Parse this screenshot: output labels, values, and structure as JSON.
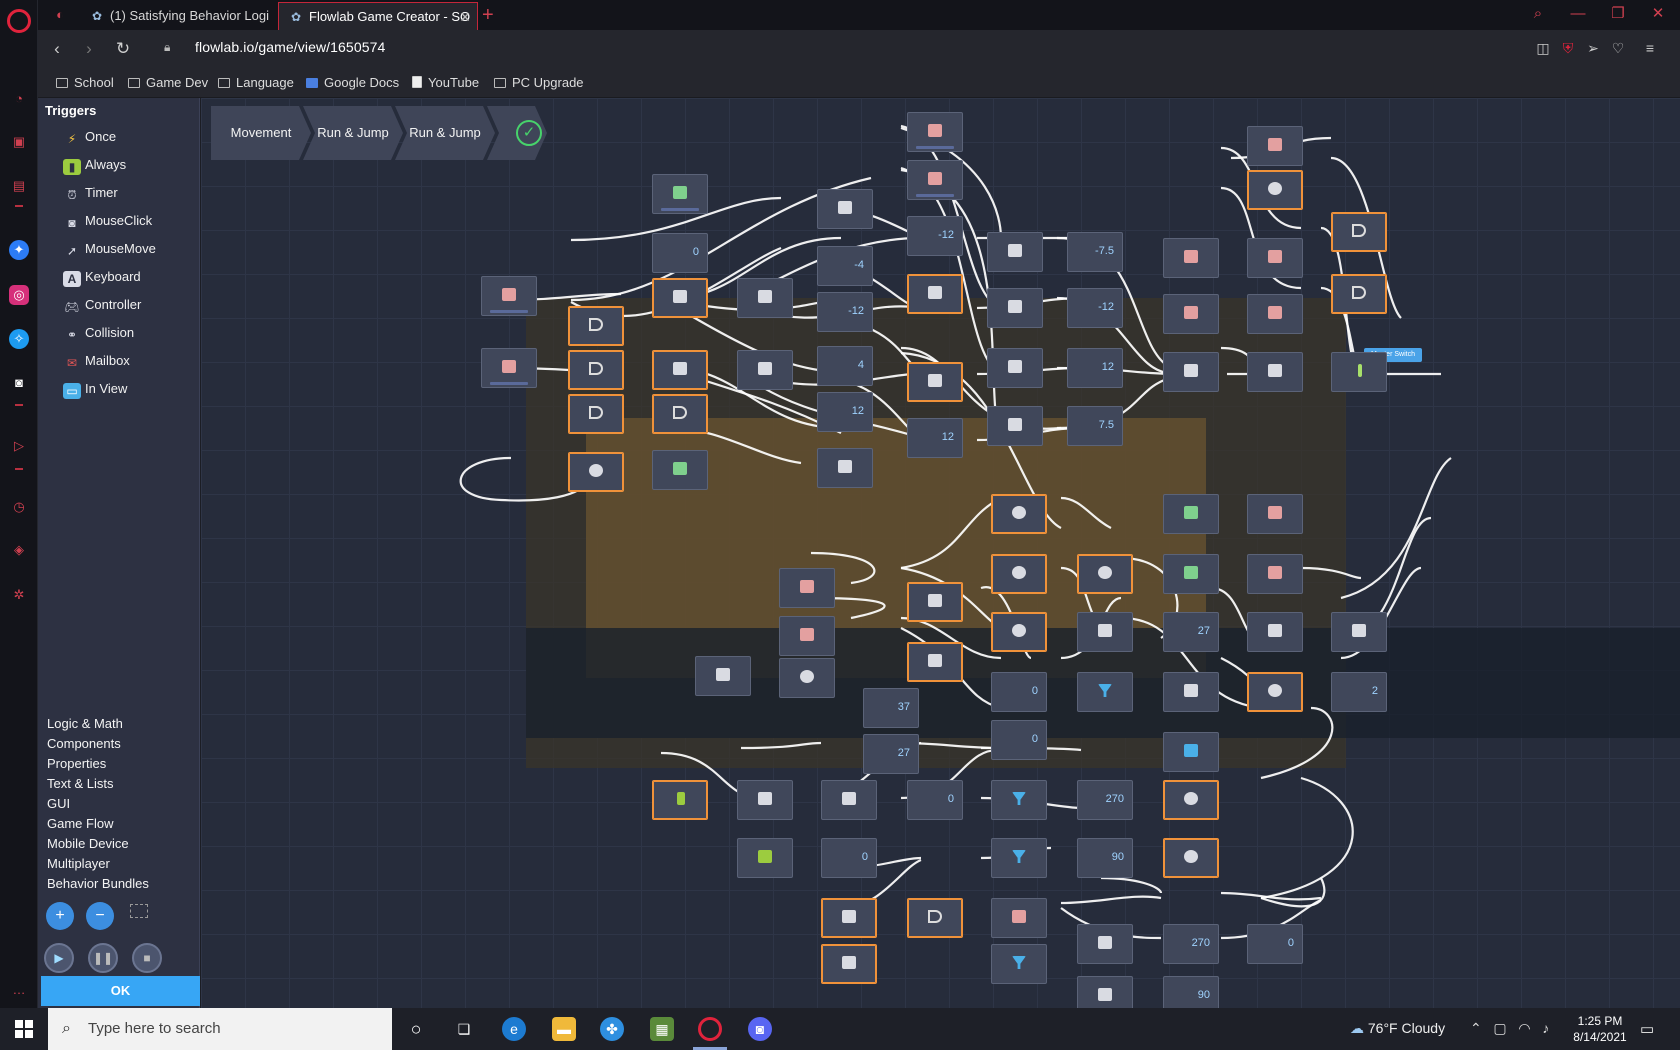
{
  "browser": {
    "tabs": [
      {
        "label": "(1) Satisfying Behavior Logi",
        "active": false
      },
      {
        "label": "Flowlab Game Creator - SO",
        "active": true
      }
    ],
    "new_tab": "+",
    "url": "flowlab.io/game/view/1650574",
    "bookmarks": [
      "School",
      "Game Dev",
      "Language",
      "Google Docs",
      "YouTube",
      "PC Upgrade"
    ]
  },
  "sidebar": {
    "heading": "Triggers",
    "triggers": [
      {
        "label": "Once",
        "icon": "lightning-icon",
        "color": "#f5c542"
      },
      {
        "label": "Always",
        "icon": "battery-icon",
        "color": "#9ccc3f"
      },
      {
        "label": "Timer",
        "icon": "alarm-clock-icon",
        "color": "#c7c9d6"
      },
      {
        "label": "MouseClick",
        "icon": "mouse-icon",
        "color": "#c7c9d6"
      },
      {
        "label": "MouseMove",
        "icon": "cursor-icon",
        "color": "#c7c9d6"
      },
      {
        "label": "Keyboard",
        "icon": "key-icon",
        "color": "#c7c9d6"
      },
      {
        "label": "Controller",
        "icon": "gamepad-icon",
        "color": "#c7c9d6"
      },
      {
        "label": "Collision",
        "icon": "collision-icon",
        "color": "#c7c9d6"
      },
      {
        "label": "Mailbox",
        "icon": "mailbox-icon",
        "color": "#e25555"
      },
      {
        "label": "In View",
        "icon": "monitor-icon",
        "color": "#4ab0e8"
      }
    ],
    "categories": [
      "Logic & Math",
      "Components",
      "Properties",
      "Text & Lists",
      "GUI",
      "Game Flow",
      "Mobile Device",
      "Multiplayer",
      "Behavior Bundles"
    ],
    "ok_label": "OK"
  },
  "breadcrumbs": [
    "Movement",
    "Run & Jump",
    "Run & Jump"
  ],
  "nodes": {
    "master_switch": "Master Switch",
    "values": {
      "n_zero_top": "0",
      "n_neg4": "-4",
      "n_neg12a": "-12",
      "n_neg12b": "-12",
      "n_neg12c": "-12",
      "n_neg75": "-7.5",
      "n_4": "4",
      "n_12a": "12",
      "n_12b": "12",
      "n_12c": "12",
      "n_75": "7.5",
      "n_27a": "27",
      "n_27b": "27",
      "n_37": "37",
      "n_0a": "0",
      "n_0b": "0",
      "n_0c": "0",
      "n_0d": "0",
      "n_0e": "0",
      "n_270a": "270",
      "n_270b": "270",
      "n_90a": "90",
      "n_90b": "90",
      "n_2": "2"
    }
  },
  "taskbar": {
    "search_placeholder": "Type here to search",
    "weather": "76°F  Cloudy",
    "time": "1:25 PM",
    "date": "8/14/2021"
  }
}
